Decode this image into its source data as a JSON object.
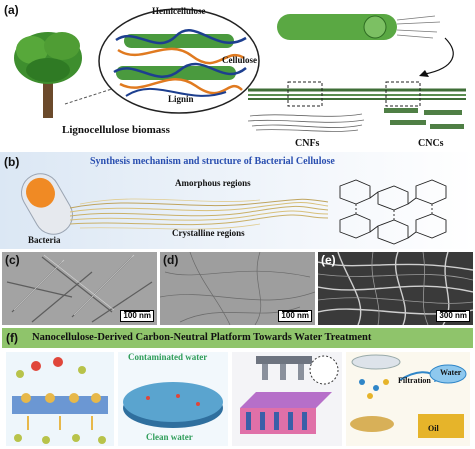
{
  "panel_a": {
    "label": "(a)",
    "hemicellulose": "Hemicellulose",
    "cellulose": "Cellulose",
    "lignin": "Lignin",
    "biomass": "Lignocellulose   biomass",
    "cnfs": "CNFs",
    "cncs": "CNCs"
  },
  "panel_b": {
    "label": "(b)",
    "title": "Synthesis mechanism and structure of Bacterial Cellulose",
    "amorphous": "Amorphous regions",
    "crystalline": "Crystalline regions",
    "bacteria": "Bacteria"
  },
  "panel_c": {
    "label": "(c)",
    "scale": "100 nm"
  },
  "panel_d": {
    "label": "(d)",
    "scale": "100 nm"
  },
  "panel_e": {
    "label": "(e)",
    "scale": "300 nm"
  },
  "panel_f": {
    "label": "(f)",
    "title": "Nanocellulose-Derived Carbon-Neutral Platform Towards Water Treatment",
    "contaminated": "Contaminated water",
    "clean": "Clean water",
    "filtration": "Filtration",
    "water": "Water",
    "oil": "Oil"
  },
  "colors": {
    "title_b": "#2a4fb0",
    "title_f_bg": "#8fc46b",
    "em_gray": "#9a9a9a",
    "contaminated": "#2f9d5a",
    "clean": "#2f9d5a"
  }
}
